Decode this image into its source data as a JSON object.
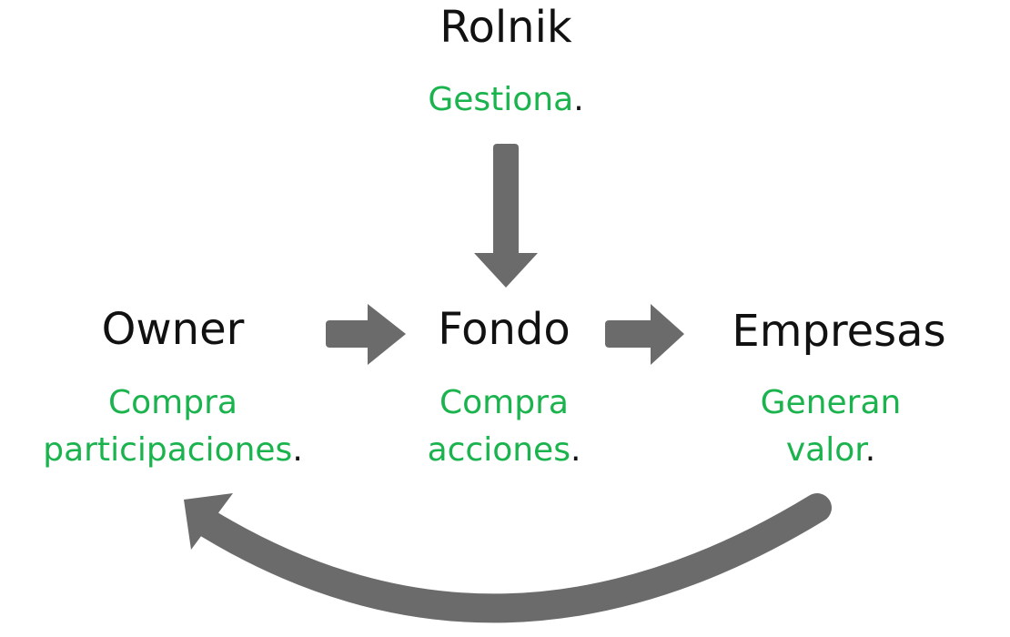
{
  "colors": {
    "accent": "#1ab34d",
    "arrow": "#6b6b6b",
    "text": "#111111"
  },
  "nodes": {
    "rolnik": {
      "title": "Rolnik",
      "desc_lines": [
        "Gestiona"
      ],
      "period": "."
    },
    "owner": {
      "title": "Owner",
      "desc_lines": [
        "Compra",
        "participaciones"
      ],
      "period": "."
    },
    "fondo": {
      "title": "Fondo",
      "desc_lines": [
        "Compra",
        "acciones"
      ],
      "period": "."
    },
    "empresas": {
      "title": "Empresas",
      "desc_lines": [
        "Generan",
        "valor"
      ],
      "period": "."
    }
  }
}
